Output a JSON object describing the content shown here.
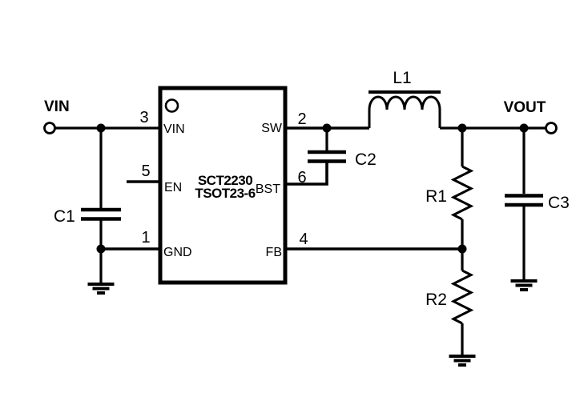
{
  "diagram": {
    "kind": "buck-converter-application-circuit",
    "colors": {
      "line": "#000000",
      "background": "#ffffff",
      "text": "#000000"
    },
    "terminals": [
      {
        "label": "VIN"
      },
      {
        "label": "VOUT"
      }
    ],
    "ic": {
      "part_number": "SCT2230",
      "package": "TSOT23-6",
      "pins": [
        {
          "number": "3",
          "name": "VIN"
        },
        {
          "number": "5",
          "name": "EN"
        },
        {
          "number": "1",
          "name": "GND"
        },
        {
          "number": "2",
          "name": "SW"
        },
        {
          "number": "6",
          "name": "BST"
        },
        {
          "number": "4",
          "name": "FB"
        }
      ]
    },
    "components": [
      {
        "ref": "C1",
        "kind": "capacitor"
      },
      {
        "ref": "C2",
        "kind": "capacitor"
      },
      {
        "ref": "C3",
        "kind": "capacitor"
      },
      {
        "ref": "L1",
        "kind": "inductor"
      },
      {
        "ref": "R1",
        "kind": "resistor"
      },
      {
        "ref": "R2",
        "kind": "resistor"
      }
    ]
  }
}
